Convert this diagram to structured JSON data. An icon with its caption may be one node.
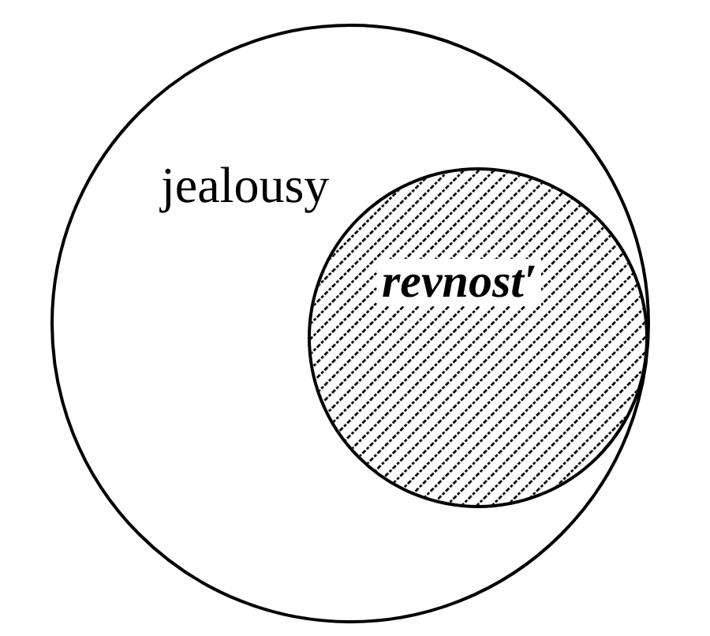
{
  "diagram": {
    "nodes": [
      {
        "text": [
          "jealousy"
        ]
      },
      {
        "text": [
          "revnost′"
        ],
        "in": 0
      }
    ]
  }
}
